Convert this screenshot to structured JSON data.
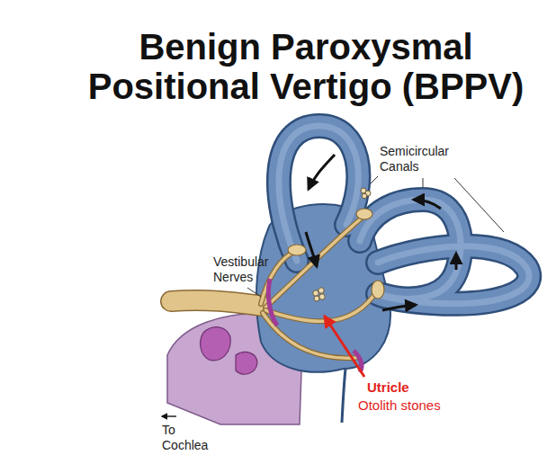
{
  "diagram": {
    "title": "Benign Paroxysmal Positional Vertigo (BPPV)",
    "labels": [
      "Semicircular Canals",
      "Vestibular Nerves",
      "Utricle",
      "Otolith stones",
      "To Cochlea"
    ]
  }
}
